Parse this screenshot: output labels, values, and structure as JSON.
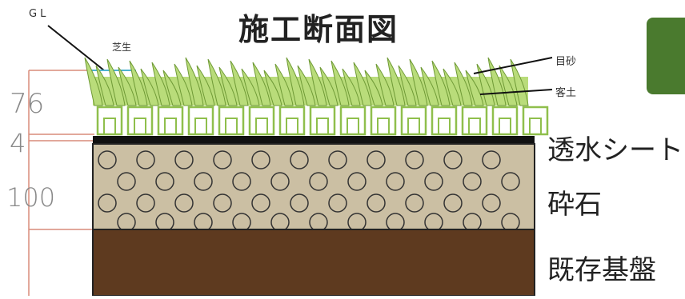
{
  "title": "施工断面図",
  "labels": {
    "gl": "GL",
    "shiba": "芝生",
    "mesuna": "目砂",
    "kyakudo": "客土",
    "sheet": "透水シート",
    "gravel": "砕石",
    "base": "既存基盤"
  },
  "dimensions": {
    "d76": "76",
    "d4": "4",
    "d100": "100"
  },
  "colors": {
    "grass_light": "#b9dc7a",
    "grass_dark": "#8fbf4c",
    "sheet": "#111111",
    "gravel": "#cbbfa3",
    "base": "#5e3a1f",
    "accent_tab": "#4a7a2e",
    "dim_lines": "#d98b7a"
  }
}
